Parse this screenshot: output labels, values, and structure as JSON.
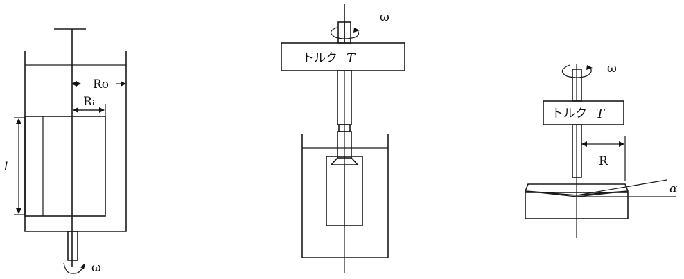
{
  "fig_a": {
    "outer_radius_label": "Ro",
    "inner_radius_label": "Rᵢ",
    "length_label": "l",
    "omega_label": "ω"
  },
  "fig_b": {
    "torque_prefix": "トルク",
    "torque_symbol": "T",
    "omega_label": "ω"
  },
  "fig_c": {
    "torque_prefix": "トルク",
    "torque_symbol": "T",
    "omega_label": "ω",
    "radius_label": "R",
    "angle_label": "α"
  }
}
